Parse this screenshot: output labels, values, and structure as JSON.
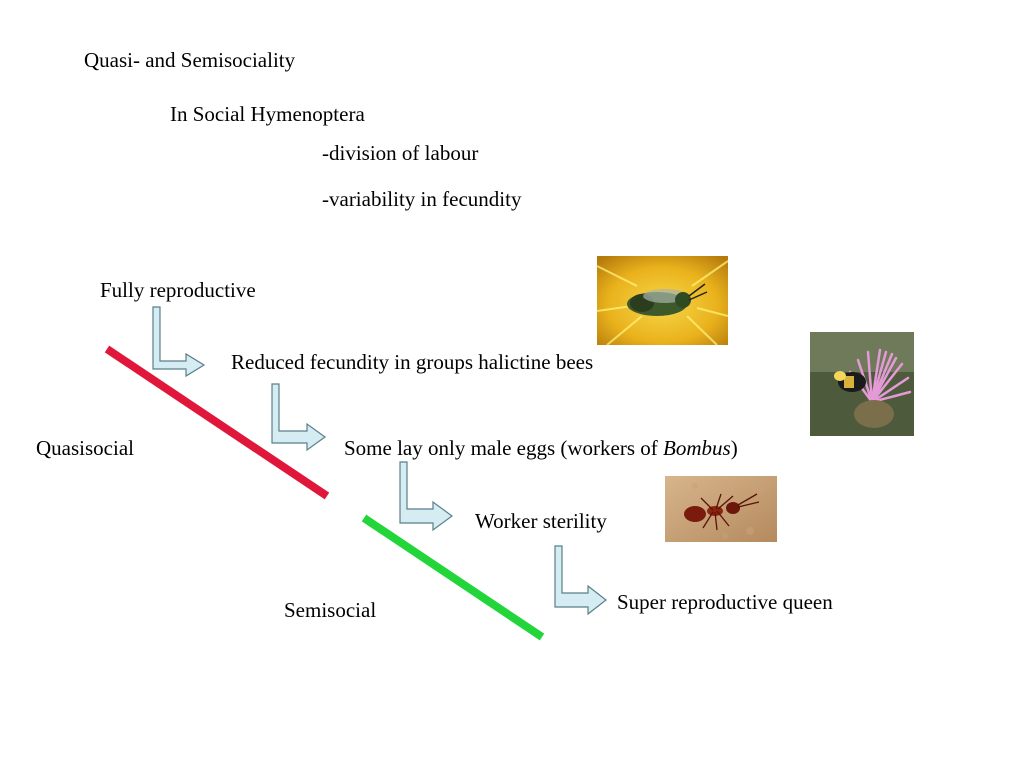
{
  "slide": {
    "title": "Quasi- and Semisociality",
    "subtitle": "In Social Hymenoptera",
    "bullets": [
      "-division of labour",
      "-variability in fecundity"
    ]
  },
  "diagram": {
    "steps": [
      "Fully reproductive",
      "Reduced fecundity in groups halictine bees",
      "Some lay only male eggs (workers of ",
      "Worker sterility",
      "Super reproductive queen"
    ],
    "step3_italic": "Bombus",
    "step3_close": ")",
    "labels": {
      "quasisocial": "Quasisocial",
      "semisocial": "Semisocial"
    }
  },
  "colors": {
    "quasisocial_bar": "#e0173a",
    "semisocial_bar": "#22d63a",
    "arrow_fill": "#d4ecf2",
    "arrow_stroke": "#5a7f8a"
  },
  "images": [
    "halictine-bee-on-flower",
    "bumblebee-on-thistle",
    "red-ant"
  ]
}
